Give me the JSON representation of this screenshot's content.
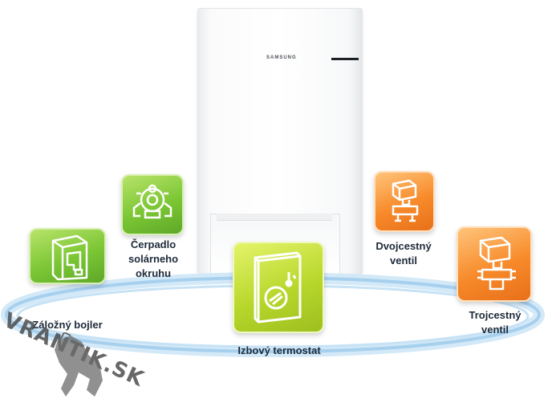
{
  "brand": "SAMSUNG",
  "items": [
    {
      "key": "backup-boiler",
      "label": "Záložný bojler",
      "color": "green",
      "icon": "boiler-icon"
    },
    {
      "key": "solar-pump",
      "label_lines": [
        "Čerpadlo",
        "solárneho",
        "okruhu"
      ],
      "color": "green",
      "icon": "pump-icon"
    },
    {
      "key": "room-thermostat",
      "label": "Izbový termostat",
      "color": "lime",
      "icon": "thermostat-icon"
    },
    {
      "key": "two-way-valve",
      "label_lines": [
        "Dvojcestný",
        "ventil"
      ],
      "color": "orange",
      "icon": "two-way-valve-icon"
    },
    {
      "key": "three-way-valve",
      "label_lines": [
        "Trojcestný",
        "ventil"
      ],
      "color": "orange",
      "icon": "three-way-valve-icon"
    }
  ],
  "watermark": "VRANTIK.SK",
  "colors": {
    "green": "#7bc634",
    "lime": "#b8d72c",
    "orange": "#f78a2a",
    "ring": "#a9d2ef",
    "label": "#1d2a3a"
  }
}
